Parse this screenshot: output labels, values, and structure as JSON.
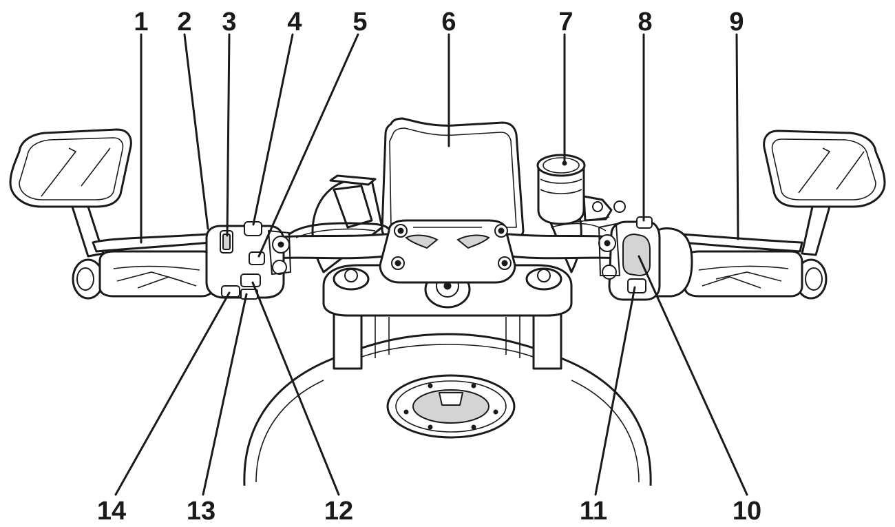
{
  "callouts": [
    {
      "id": "1",
      "label": "1"
    },
    {
      "id": "2",
      "label": "2"
    },
    {
      "id": "3",
      "label": "3"
    },
    {
      "id": "4",
      "label": "4"
    },
    {
      "id": "5",
      "label": "5"
    },
    {
      "id": "6",
      "label": "6"
    },
    {
      "id": "7",
      "label": "7"
    },
    {
      "id": "8",
      "label": "8"
    },
    {
      "id": "9",
      "label": "9"
    },
    {
      "id": "10",
      "label": "10"
    },
    {
      "id": "11",
      "label": "11"
    },
    {
      "id": "12",
      "label": "12"
    },
    {
      "id": "13",
      "label": "13"
    },
    {
      "id": "14",
      "label": "14"
    }
  ],
  "colors": {
    "line": "#1a1a1a",
    "background": "#ffffff",
    "shade": "#d4d4d4"
  }
}
